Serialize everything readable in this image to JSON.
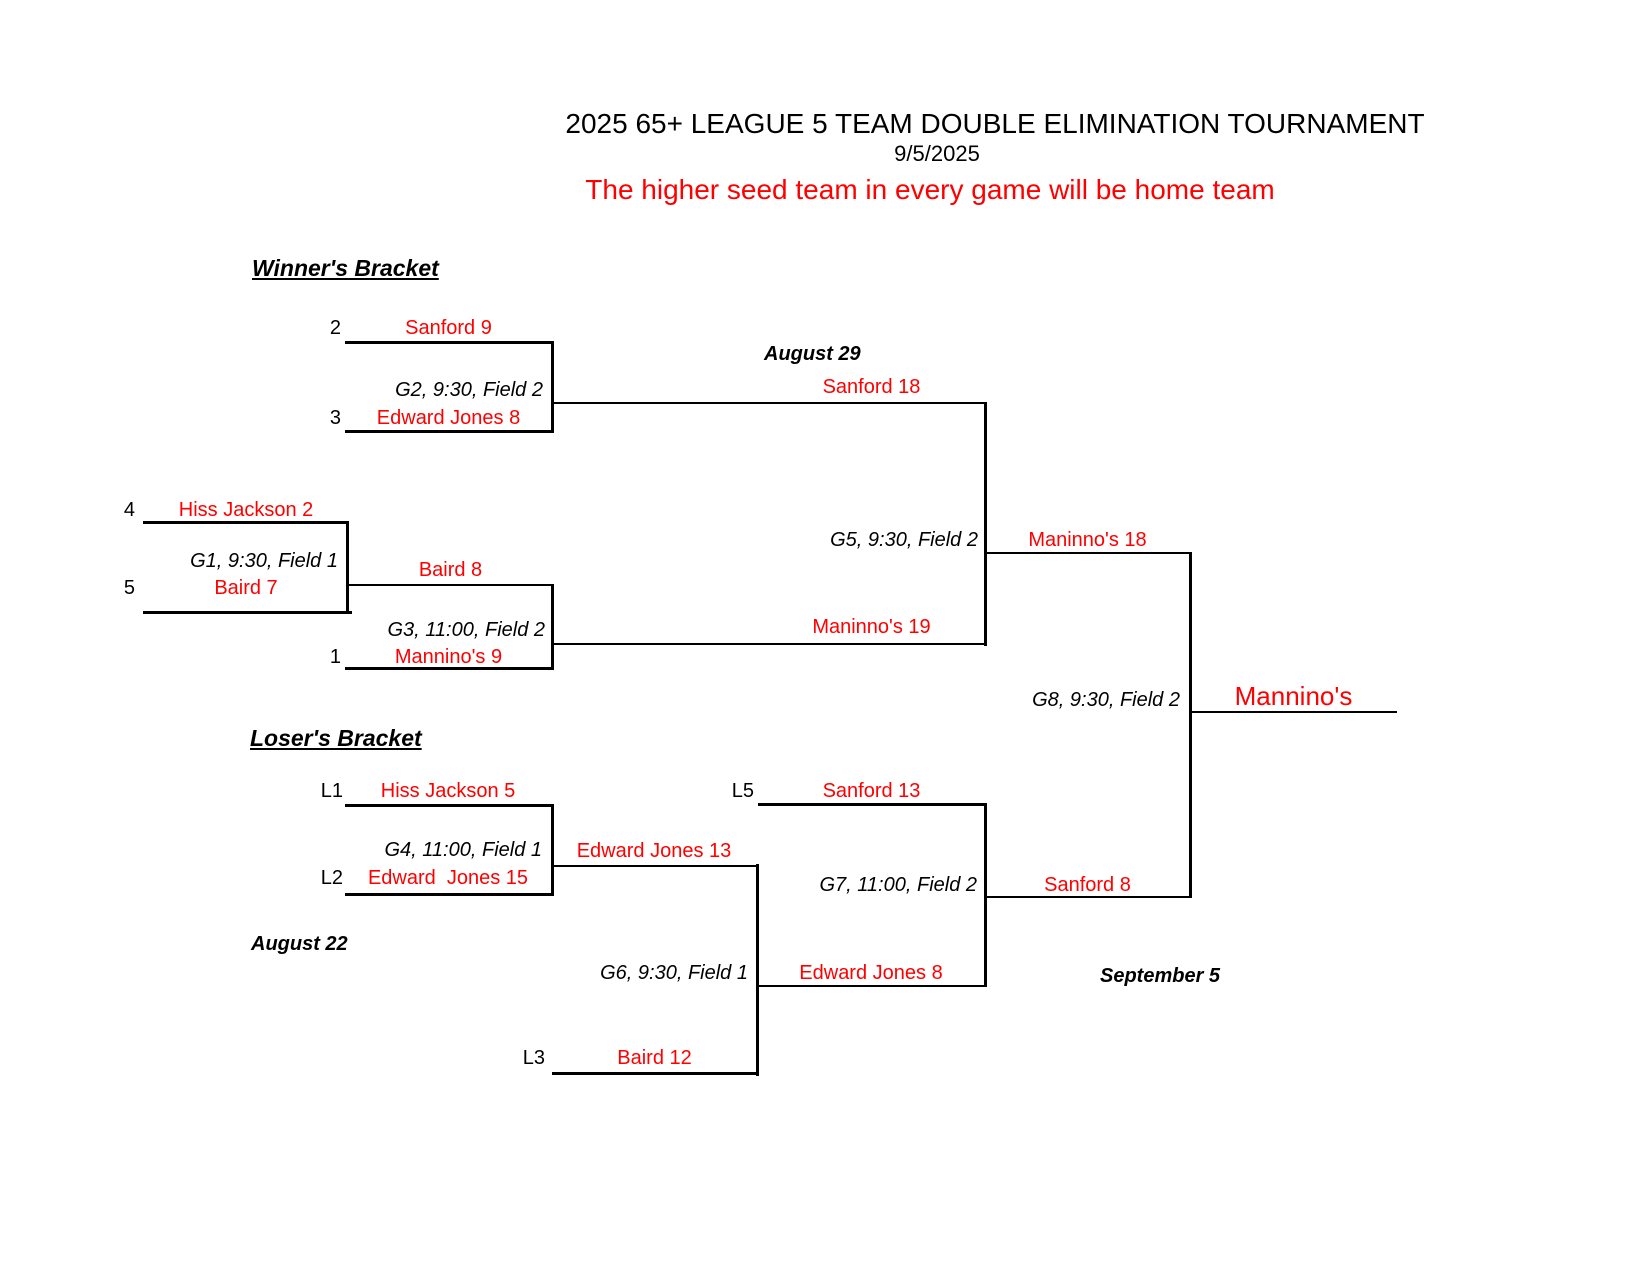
{
  "header": {
    "title": "2025 65+ LEAGUE 5 TEAM DOUBLE ELIMINATION TOURNAMENT",
    "date": "9/5/2025",
    "note": "The higher seed team in every game will be home team"
  },
  "sections": {
    "winners": "Winner's Bracket",
    "losers": "Loser's Bracket"
  },
  "annotations": {
    "august29": "August 29",
    "august22": "August 22",
    "september5": "September 5"
  },
  "games": {
    "g1": {
      "label": "G1, 9:30, Field 1",
      "top_seed": "4",
      "top_team": "Hiss Jackson 2",
      "bottom_seed": "5",
      "bottom_team": "Baird 7",
      "winner": "Baird 8"
    },
    "g2": {
      "label": "G2, 9:30, Field 2",
      "top_seed": "2",
      "top_team": "Sanford 9",
      "bottom_seed": "3",
      "bottom_team": "Edward Jones 8",
      "winner": "Sanford 18"
    },
    "g3": {
      "label": "G3, 11:00, Field 2",
      "bottom_seed": "1",
      "bottom_team": "Mannino's 9",
      "winner": "Maninno's 19"
    },
    "g4": {
      "label": "G4, 11:00, Field 1",
      "top_seed": "L1",
      "top_team": "Hiss Jackson 5",
      "bottom_seed": "L2",
      "bottom_team": "Edward  Jones 15",
      "winner": "Edward Jones 13"
    },
    "g5": {
      "label": "G5, 9:30, Field 2",
      "winner": "Maninno's 18"
    },
    "g6": {
      "label": "G6, 9:30, Field 1",
      "bottom_seed": "L3",
      "bottom_team": "Baird 12",
      "winner": "Edward Jones 8"
    },
    "g7": {
      "label": "G7, 11:00, Field 2",
      "top_seed": "L5",
      "top_team": "Sanford 13",
      "winner": "Sanford 8"
    },
    "g8": {
      "label": "G8, 9:30, Field 2",
      "champion": "Mannino's"
    }
  },
  "colors": {
    "team_text": "#ff0000",
    "line": "#000000",
    "background": "#ffffff"
  }
}
